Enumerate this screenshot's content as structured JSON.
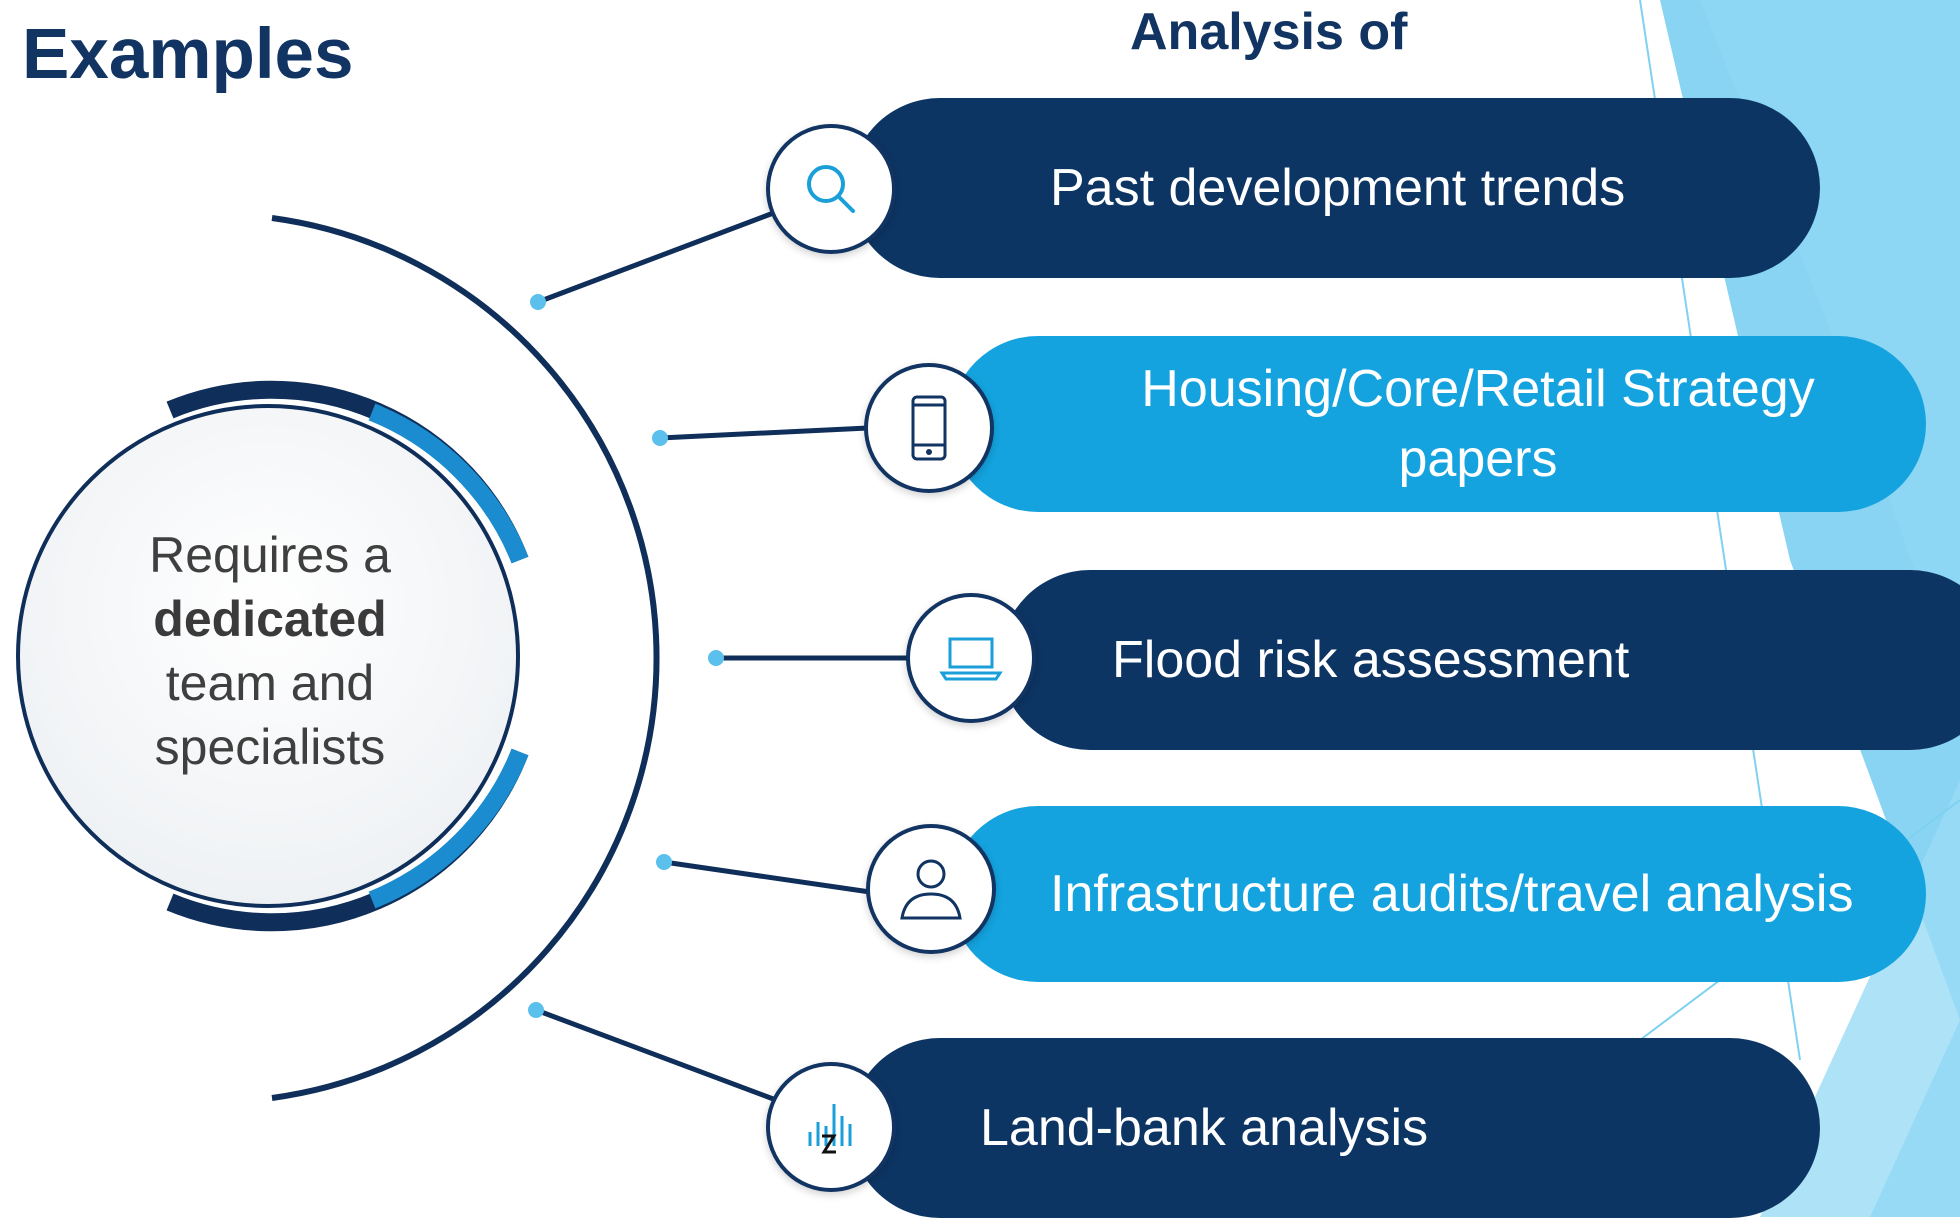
{
  "slide": {
    "title": "Examples",
    "subtitle": "Analysis of"
  },
  "center": {
    "line1": "Requires a",
    "line2_bold": "dedicated",
    "line3": "team and",
    "line4": "specialists"
  },
  "items": [
    {
      "label": "Past development trends",
      "icon": "search-icon",
      "style": "dark"
    },
    {
      "label_line1": "Housing/Core/Retail Strategy",
      "label_line2": "papers",
      "icon": "smartphone-icon",
      "style": "light"
    },
    {
      "label": "Flood risk assessment",
      "icon": "laptop-icon",
      "style": "dark"
    },
    {
      "label": "Infrastructure audits/travel analysis",
      "icon": "user-icon",
      "style": "light"
    },
    {
      "label": "Land-bank analysis",
      "icon": "bar-chart-icon",
      "style": "dark"
    }
  ],
  "colors": {
    "navy": "#0d3564",
    "sky": "#14a3df",
    "dot": "#5bc0ec",
    "background_accent": "#7fd1f2"
  }
}
